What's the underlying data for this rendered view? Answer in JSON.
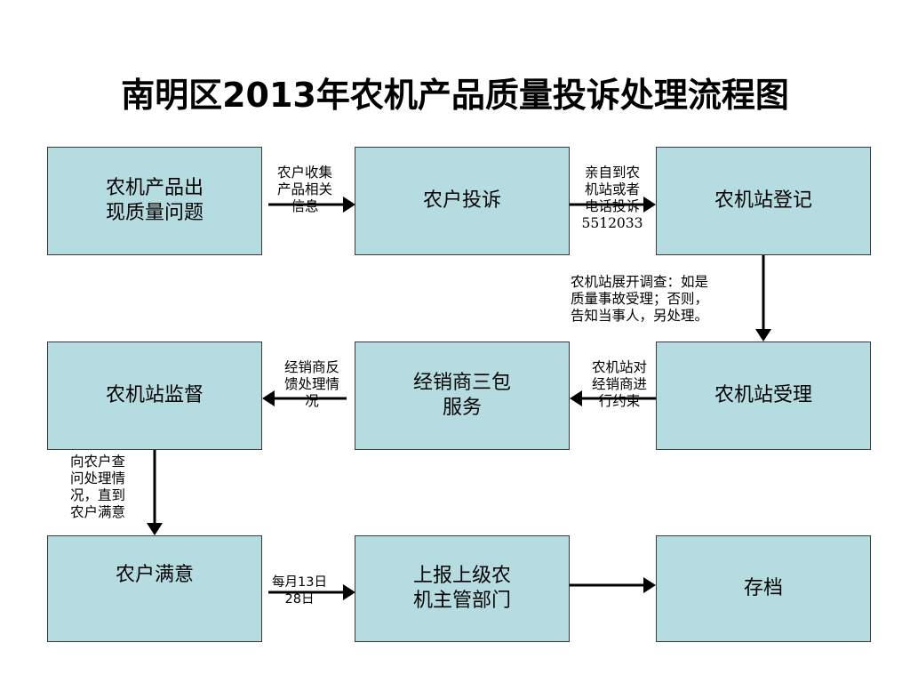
{
  "title": "南明区2013年农机产品质量投诉处理流程图",
  "boxes": {
    "quality_issue": "农机产品出\n现质量问题",
    "complaint": "农户投诉",
    "register": "农机站登记",
    "supervise": "农机站监督",
    "dealer_service": "经销商三包\n服务",
    "accept": "农机站受理",
    "satisfied": "农户满意",
    "report": "上报上级农\n机主管部门",
    "archive": "存档"
  },
  "labels": {
    "collect_info": "农户收集\n产品相关\n信息",
    "visit_or_call": "亲自到农\n机站或者\n电话投诉\n5512033",
    "investigate": "农机站展开调查：如是\n质量事故受理；否则，\n告知当事人，另处理。",
    "dealer_feedback": "经销商反\n馈处理情\n况",
    "constrain_dealer": "农机站对\n经销商进\n行约束",
    "ask_farmer": "向农户查\n问处理情\n况，直到\n农户满意",
    "monthly": "每月13日\n28日"
  }
}
